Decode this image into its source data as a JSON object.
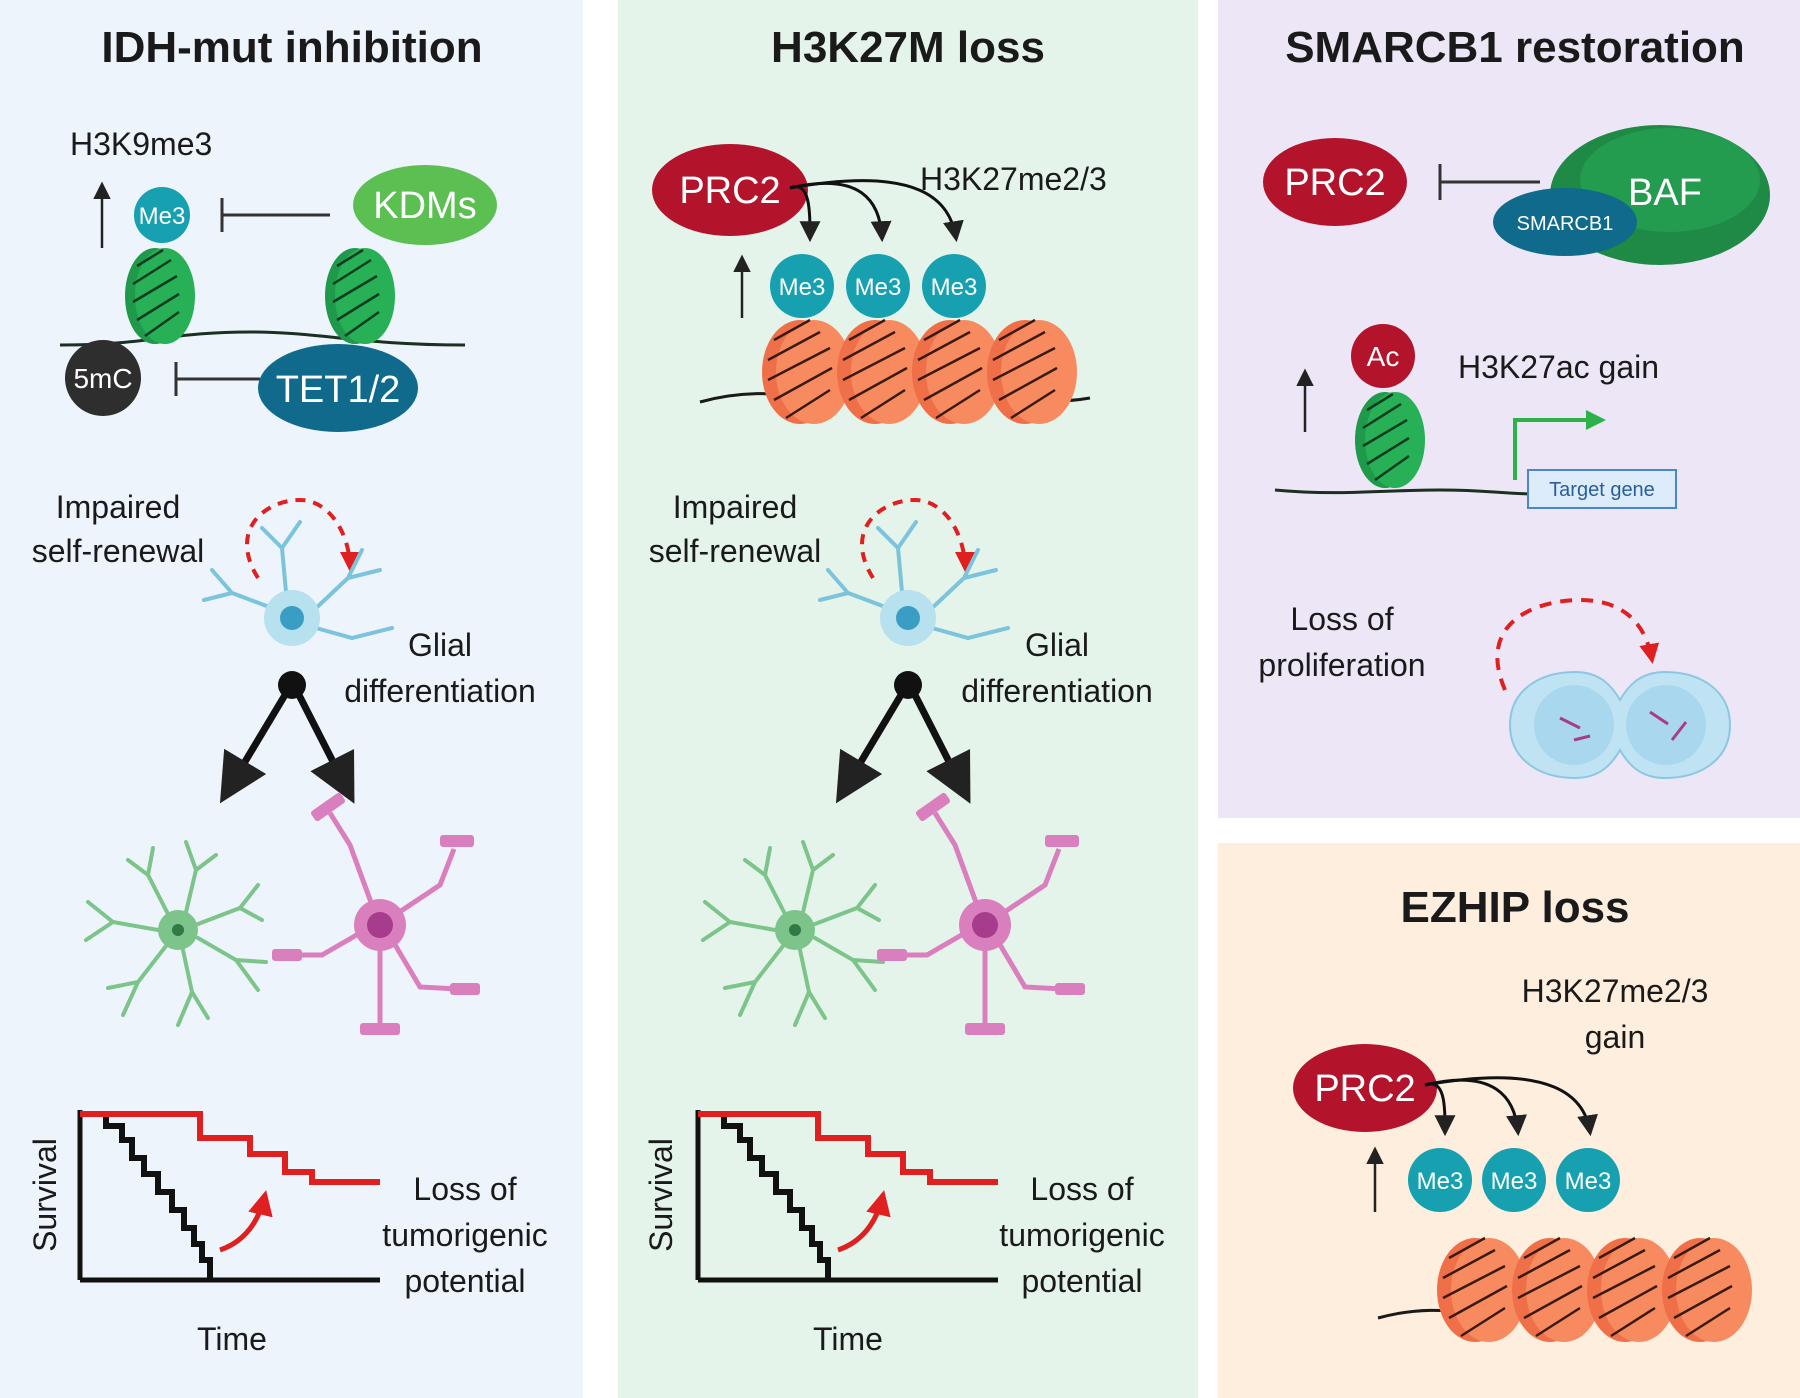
{
  "colors": {
    "panel_blue": "#eef4fc",
    "panel_green": "#e4f4ea",
    "panel_purple": "#ede6f6",
    "panel_orange": "#fdeede",
    "prc2_red": "#b3142c",
    "me3_teal": "#16a0b0",
    "nucleosome_green": "#1f9a4a",
    "nucleosome_orange": "#f5845a",
    "arrow_red": "#e02020"
  },
  "panels": {
    "idh": {
      "title": "IDH-mut inhibition",
      "h3k9": "H3K9me3",
      "me3": "Me3",
      "kdms": "KDMs",
      "fivemc": "5mC",
      "tet": "TET1/2",
      "impaired": [
        "Impaired",
        "self-renewal"
      ],
      "glial": [
        "Glial",
        "differentiation"
      ],
      "survival": "Survival",
      "time": "Time",
      "loss": [
        "Loss of",
        "tumorigenic",
        "potential"
      ]
    },
    "h3k27m": {
      "title": "H3K27M loss",
      "prc2": "PRC2",
      "mark": "H3K27me2/3",
      "me3": [
        "Me3",
        "Me3",
        "Me3"
      ],
      "impaired": [
        "Impaired",
        "self-renewal"
      ],
      "glial": [
        "Glial",
        "differentiation"
      ],
      "survival": "Survival",
      "time": "Time",
      "loss": [
        "Loss of",
        "tumorigenic",
        "potential"
      ]
    },
    "smarcb1": {
      "title": "SMARCB1 restoration",
      "prc2": "PRC2",
      "baf": "BAF",
      "smarcb1": "SMARCB1",
      "ac": "Ac",
      "h3k27ac": "H3K27ac gain",
      "target": "Target gene",
      "loss": [
        "Loss of",
        "proliferation"
      ]
    },
    "ezhip": {
      "title": "EZHIP loss",
      "mark": [
        "H3K27me2/3",
        "gain"
      ],
      "prc2": "PRC2",
      "me3": [
        "Me3",
        "Me3",
        "Me3"
      ]
    }
  }
}
